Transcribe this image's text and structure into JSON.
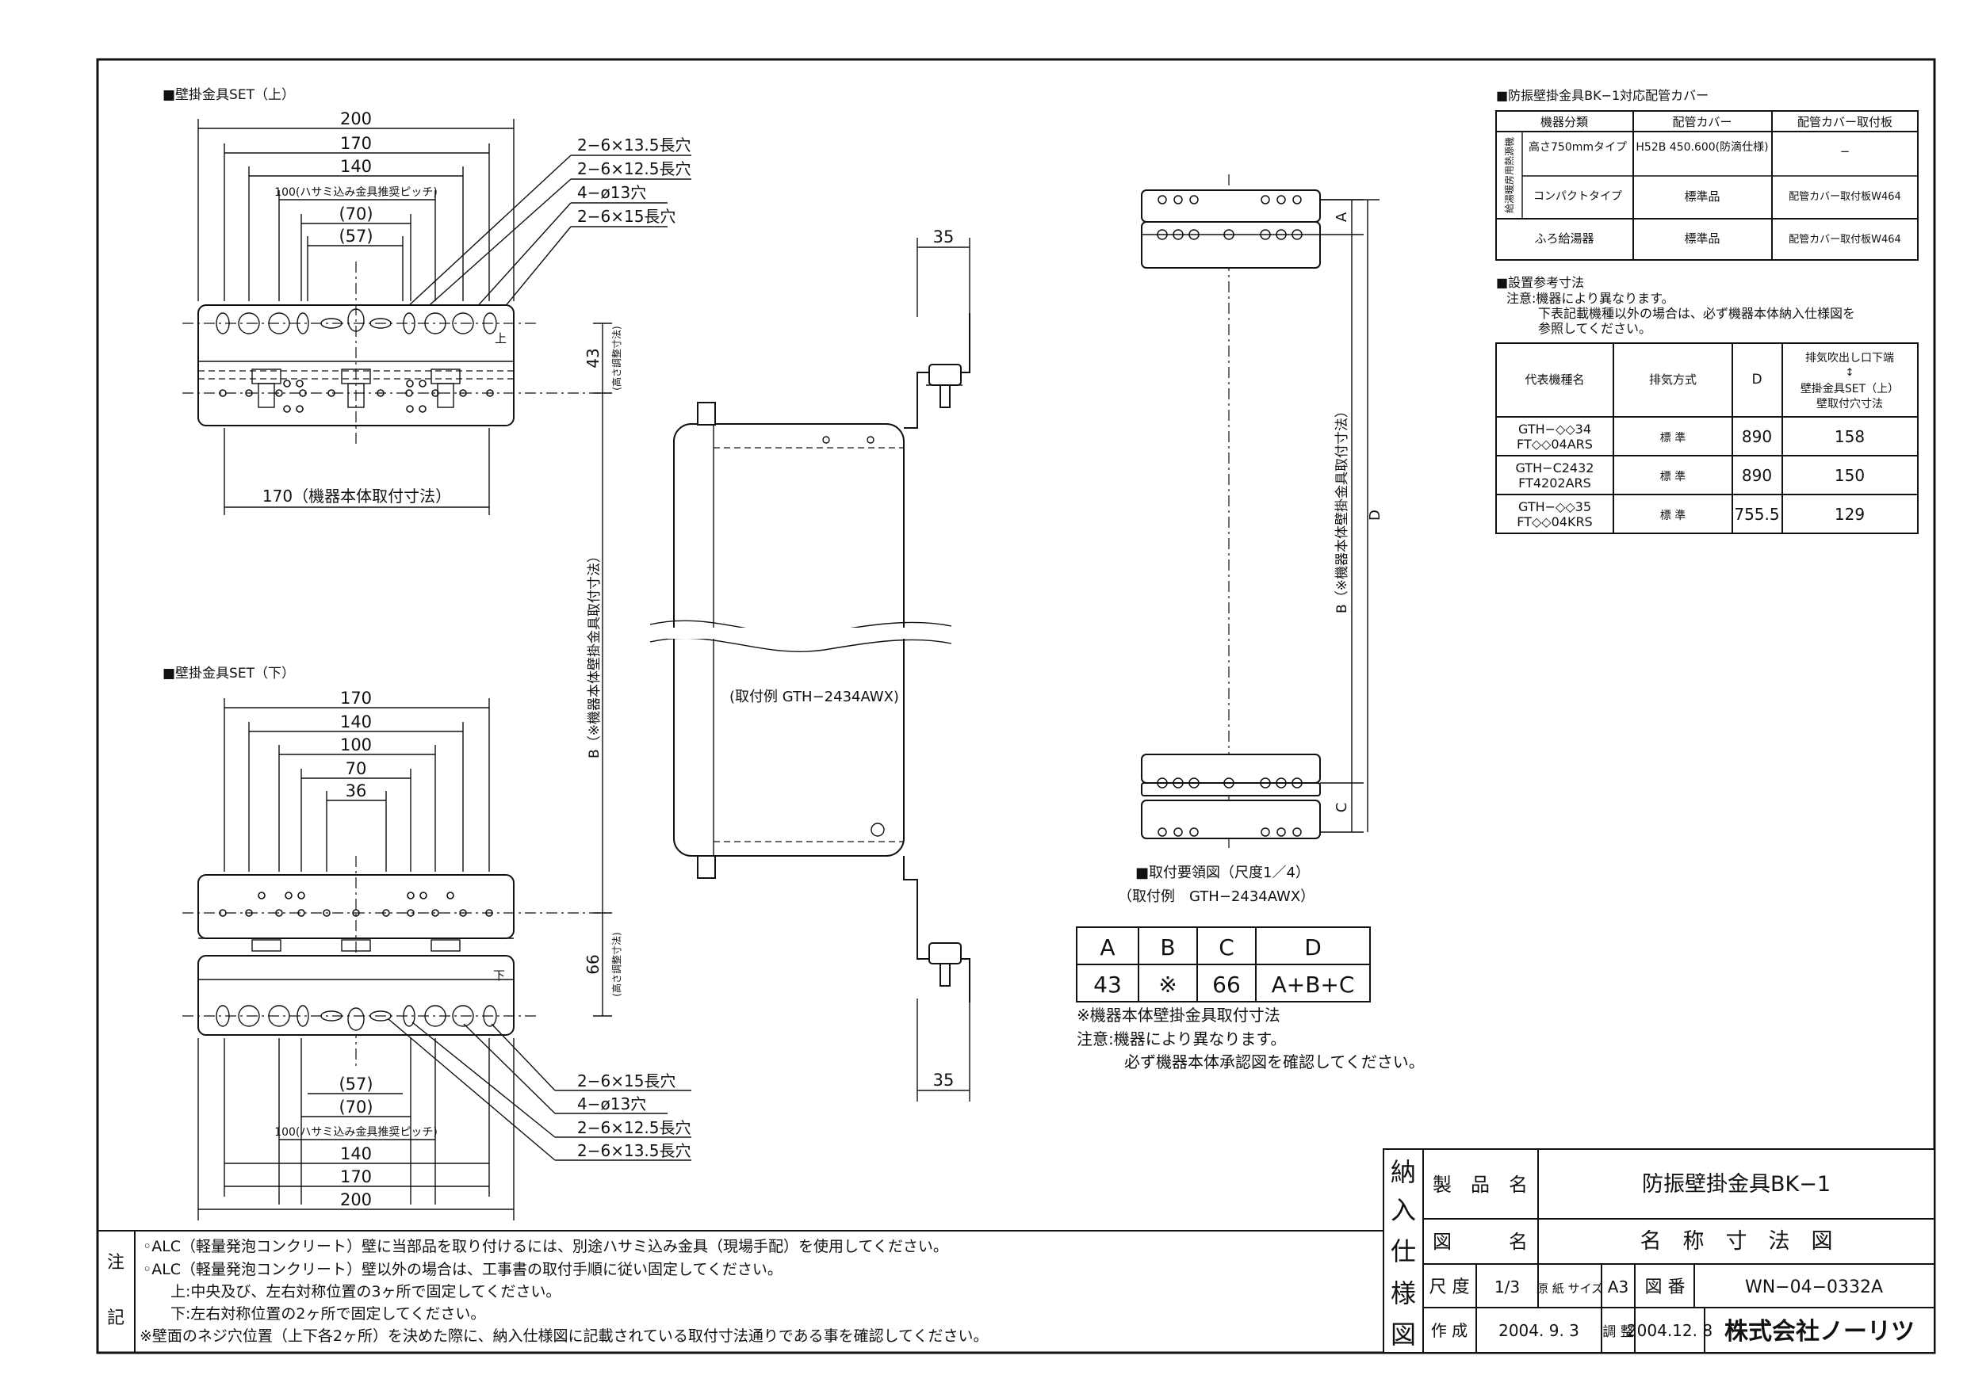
{
  "upper_set": {
    "title": "■壁掛金具SET（上）",
    "dims": [
      "200",
      "170",
      "140",
      "100(ハサミ込み金具推奨ピッチ)",
      "(70)",
      "(57)"
    ],
    "bottom_dim": "170（機器本体取付寸法）",
    "callouts": [
      "2−6×13.5長穴",
      "2−6×12.5長穴",
      "4−ø13穴",
      "2−6×15長穴"
    ],
    "mark": "上"
  },
  "lower_set": {
    "title": "■壁掛金具SET（下）",
    "dims": [
      "170",
      "140",
      "100",
      "70",
      "36"
    ],
    "bottom_dims": [
      "(57)",
      "(70)",
      "100(ハサミ込み金具推奨ピッチ)",
      "140",
      "170",
      "200"
    ],
    "callouts": [
      "2−6×15長穴",
      "4−ø13穴",
      "2−6×12.5長穴",
      "2−6×13.5長穴"
    ],
    "mark": "下"
  },
  "side_view": {
    "dim_top": "43",
    "dim_top_note": "(高さ調整寸法)",
    "dim_b": "B（※機器本体壁掛金具取付寸法）",
    "dim_bottom": "66",
    "dim_bottom_note": "(高さ調整寸法)",
    "width_top": "35",
    "width_bottom": "35",
    "example": "(取付例 GTH−2434AWX)"
  },
  "mounting": {
    "dim_a": "A",
    "dim_b": "B（※機器本体壁掛金具取付寸法）",
    "dim_c": "C",
    "dim_d": "D",
    "caption": "■取付要領図（尺度1／4）",
    "example": "（取付例　GTH−2434AWX）"
  },
  "abc_table": {
    "headers": [
      "A",
      "B",
      "C",
      "D"
    ],
    "values": [
      "43",
      "※",
      "66",
      "A+B+C"
    ],
    "notes": [
      "※機器本体壁掛金具取付寸法",
      "注意:機器により異なります。",
      "必ず機器本体承認図を確認してください。"
    ]
  },
  "cover_table": {
    "title": "■防振壁掛金具BK−1対応配管カバー",
    "headers": [
      "機器分類",
      "配管カバー",
      "配管カバー取付板"
    ],
    "group_label": "給湯暖房用熱源機",
    "rows": [
      {
        "type": "高さ750mmタイプ",
        "cover": "H52B 450.600(防滴仕様)",
        "plate": "−"
      },
      {
        "type": "コンパクトタイプ",
        "cover": "標準品",
        "plate": "配管カバー取付板W464"
      },
      {
        "type": "ふろ給湯器",
        "cover": "標準品",
        "plate": "配管カバー取付板W464"
      }
    ]
  },
  "install_table": {
    "title": "■設置参考寸法",
    "note1": "注意:機器により異なります。",
    "note2": "下表記載機種以外の場合は、必ず機器本体納入仕様図を",
    "note3": "参照してください。",
    "headers": [
      "代表機種名",
      "排気方式",
      "D",
      "排気吹出し口下端",
      "壁掛金具SET（上）",
      "壁取付穴寸法"
    ],
    "rows": [
      {
        "model1": "GTH−◇◇34",
        "model2": "FT◇◇04ARS",
        "exhaust": "標 準",
        "d": "890",
        "h": "158"
      },
      {
        "model1": "GTH−C2432",
        "model2": "FT4202ARS",
        "exhaust": "標 準",
        "d": "890",
        "h": "150"
      },
      {
        "model1": "GTH−◇◇35",
        "model2": "FT◇◇04KRS",
        "exhaust": "標 準",
        "d": "755.5",
        "h": "129"
      }
    ]
  },
  "notes": {
    "label": [
      "注",
      "記"
    ],
    "lines": [
      "◦ALC（軽量発泡コンクリート）壁に当部品を取り付けるには、別途ハサミ込み金具（現場手配）を使用してください。",
      "◦ALC（軽量発泡コンクリート）壁以外の場合は、工事書の取付手順に従い固定してください。",
      "上:中央及び、左右対称位置の3ヶ所で固定してください。",
      "下:左右対称位置の2ヶ所で固定してください。",
      "※壁面のネジ穴位置（上下各2ヶ所）を決めた際に、納入仕様図に記載されている取付寸法通りである事を確認してください。"
    ]
  },
  "title_block": {
    "side": [
      "納",
      "入",
      "仕",
      "様",
      "図"
    ],
    "product_label": "製　品　名",
    "product_name": "防振壁掛金具BK−1",
    "drawing_label": "図　　　名",
    "drawing_name": "名　称　寸　法　図",
    "scale_label": "尺 度",
    "scale": "1/3",
    "paper_label": "原 紙 サイズ",
    "paper": "A3",
    "no_label": "図 番",
    "no": "WN−04−0332A",
    "made_label": "作 成",
    "made": "2004. 9. 3",
    "adj_label": "調 整",
    "adj": "2004.12. 8",
    "company": "株式会社ノーリツ"
  }
}
